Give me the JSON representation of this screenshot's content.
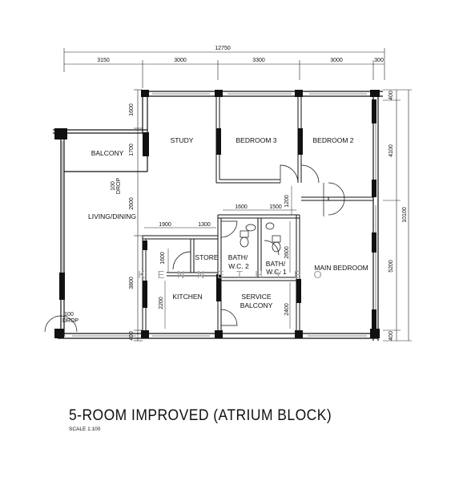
{
  "plan": {
    "title": "5-ROOM IMPROVED (ATRIUM BLOCK)",
    "scale": "SCALE   1:100",
    "watermark": "K E N N E T H   Y E O",
    "rooms": {
      "study": "STUDY",
      "bedroom3": "BEDROOM 3",
      "bedroom2": "BEDROOM 2",
      "balcony": "BALCONY",
      "living": "LIVING/DINING",
      "store": "STORE",
      "bath2_a": "BATH/",
      "bath2_b": "W.C. 2",
      "bath1_a": "BATH/",
      "bath1_b": "W.C.  1",
      "main_bedroom": "MAIN BEDROOM",
      "kitchen": "KITCHEN",
      "service_a": "SERVICE",
      "service_b": "BALCONY"
    },
    "drop_labels": {
      "upper_a": "100",
      "upper_b": "DROP",
      "lower_a": "100",
      "lower_b": "DROP"
    },
    "dims_top": {
      "overall": "12750",
      "d1": "3150",
      "d2": "3000",
      "d3": "3300",
      "d4": "3000",
      "d5": "300"
    },
    "dims_right": {
      "overall": "10100",
      "r1": "400",
      "r2": "4100",
      "r3": "5200",
      "r4": "400"
    },
    "dims_left": {
      "l1": "1600",
      "l2": "1700",
      "l3": "2600",
      "l4": "3800",
      "l5": "400"
    },
    "dims_inner": {
      "i_1900": "1900",
      "i_1300": "1300",
      "i_1600a": "1600",
      "i_1500": "1500",
      "i_1200": "1200",
      "i_1600b": "1600",
      "i_2200": "2200",
      "i_2600": "2600",
      "i_2400": "2400"
    }
  }
}
